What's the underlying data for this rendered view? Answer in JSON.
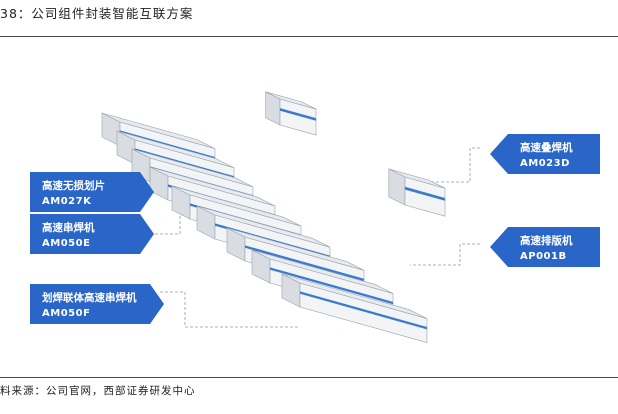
{
  "header": {
    "title": "38：公司组件封装智能互联方案"
  },
  "callouts": {
    "left": [
      {
        "name": "高速无损划片",
        "code": "AM027K"
      },
      {
        "name": "高速串焊机",
        "code": "AM050E"
      },
      {
        "name": "划焊联体高速串焊机",
        "code": "AM050F"
      }
    ],
    "right": [
      {
        "name": "高速叠焊机",
        "code": "AM023D"
      },
      {
        "name": "高速排版机",
        "code": "AP001B"
      }
    ]
  },
  "colors": {
    "callout": "#2a66c8",
    "rule": "#4a4a4a",
    "machine_body": "#f2f4f6",
    "machine_accent": "#3a7ad0"
  },
  "footer": {
    "source": "料来源：公司官网，西部证券研发中心"
  }
}
